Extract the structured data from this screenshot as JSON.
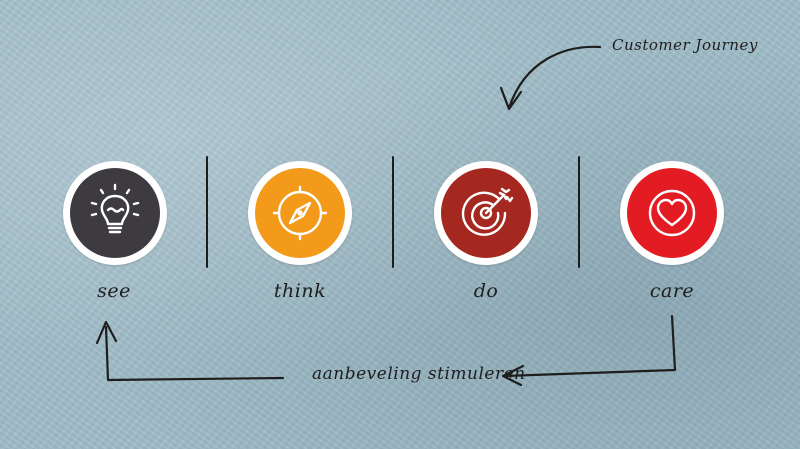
{
  "header": {
    "title": "Customer Journey"
  },
  "stages": [
    {
      "label": "see",
      "icon": "lightbulb-icon",
      "color": "#3d3b3f"
    },
    {
      "label": "think",
      "icon": "compass-icon",
      "color": "#f39a1a"
    },
    {
      "label": "do",
      "icon": "target-arrow-icon",
      "color": "#a4281f"
    },
    {
      "label": "care",
      "icon": "heart-icon",
      "color": "#e31b23"
    }
  ],
  "loop": {
    "label": "aanbeveling stimuleren"
  }
}
